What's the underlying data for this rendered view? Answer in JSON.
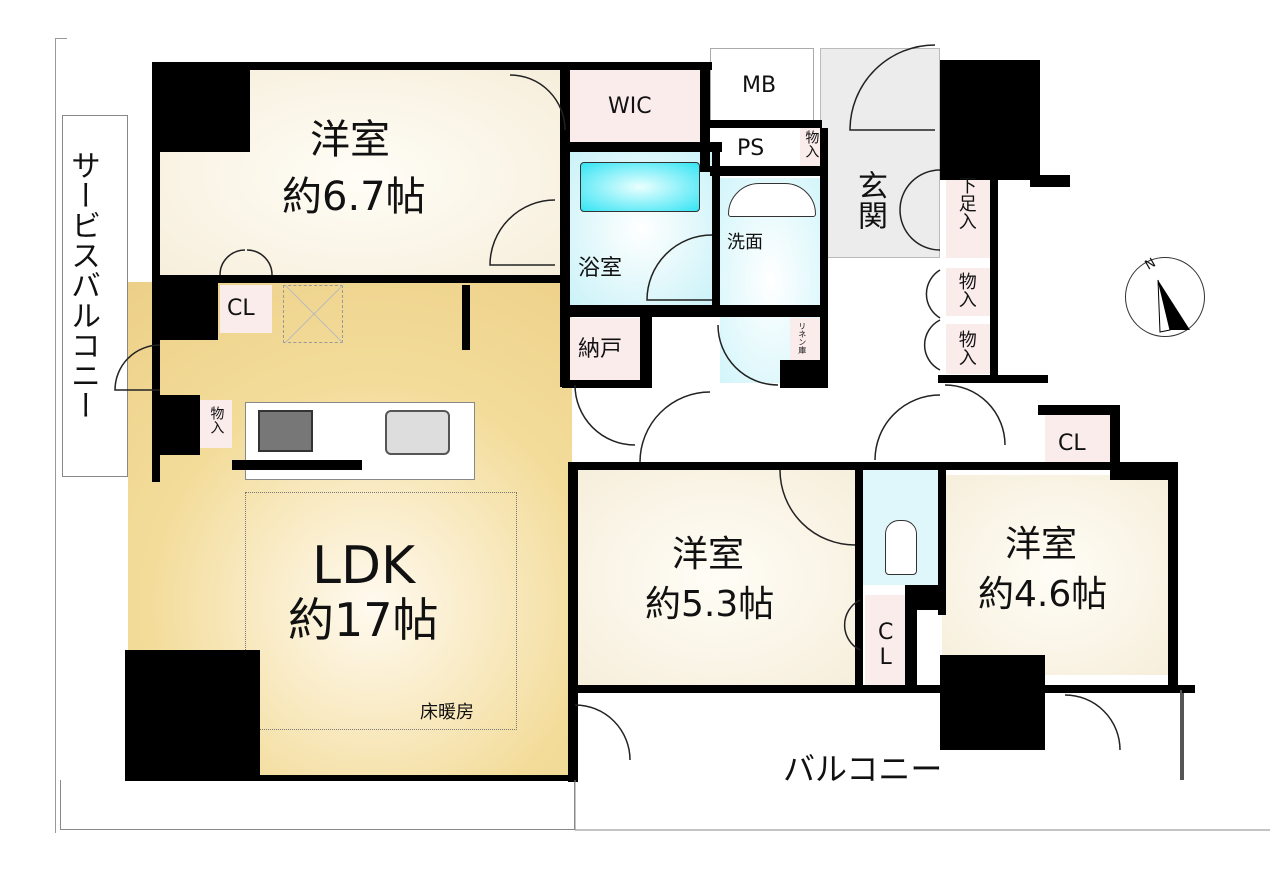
{
  "rooms": {
    "western_room_1": {
      "name": "洋室",
      "size": "約6.7帖"
    },
    "ldk": {
      "name": "LDK",
      "size": "約17帖",
      "floor_heating": "床暖房"
    },
    "western_room_2": {
      "name": "洋室",
      "size": "約5.3帖"
    },
    "western_room_3": {
      "name": "洋室",
      "size": "約4.6帖"
    },
    "wic": "WIC",
    "mb": "MB",
    "ps": "PS",
    "bathroom": "浴室",
    "washroom": "洗面",
    "storeroom": "納戸",
    "entrance": "玄関",
    "shoe_storage": "下足入",
    "storage": "物入",
    "linen": "リネン庫",
    "closet": "CL",
    "closet_vertical": "CL"
  },
  "service_balcony": "サービスバルコニー",
  "balcony": "バルコニー",
  "compass": "N",
  "colors": {
    "wall": "#000000",
    "room": "#f8f1e1",
    "ldk": "#f2d98f",
    "pink": "#fbecec",
    "water": "#dff7fb",
    "tile": "#ececec"
  }
}
